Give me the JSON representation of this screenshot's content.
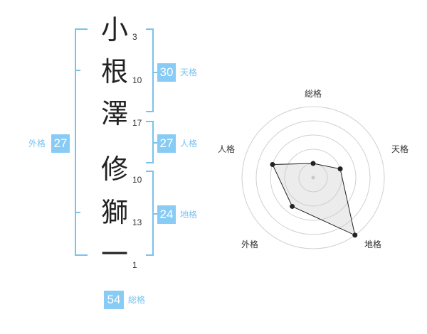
{
  "name": {
    "chars": [
      {
        "char": "小",
        "strokes": "3"
      },
      {
        "char": "根",
        "strokes": "10"
      },
      {
        "char": "澤",
        "strokes": "17"
      },
      {
        "char": "修",
        "strokes": "10"
      },
      {
        "char": "獅",
        "strokes": "13"
      },
      {
        "char": "一",
        "strokes": "1"
      }
    ]
  },
  "fortunes": {
    "tenkaku": {
      "value": "30",
      "label": "天格"
    },
    "jinkaku": {
      "value": "27",
      "label": "人格"
    },
    "chikaku": {
      "value": "24",
      "label": "地格"
    },
    "gaikaku": {
      "value": "27",
      "label": "外格"
    },
    "soukaku": {
      "value": "54",
      "label": "総格"
    }
  },
  "colors": {
    "accent": "#88ccf5",
    "bracket": "#78c2ef",
    "text": "#222222"
  },
  "chart_data": {
    "type": "radar",
    "axes": [
      "総格",
      "天格",
      "地格",
      "外格",
      "人格"
    ],
    "values": [
      1,
      2,
      5,
      2.5,
      3
    ],
    "max": 5
  }
}
